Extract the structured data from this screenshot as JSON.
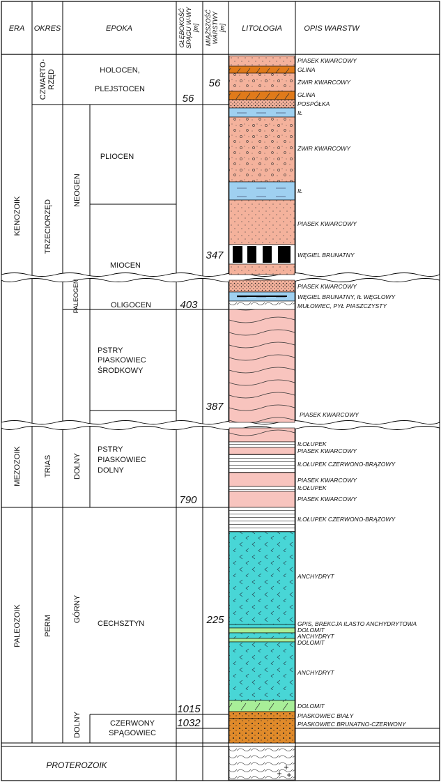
{
  "columns": {
    "era": "ERA",
    "period": "OKRES",
    "epoch": "EPOKA",
    "depth": [
      "GŁĘBOKOŚĆ",
      "SPĄGU W-WY",
      "[m]"
    ],
    "thickness": [
      "MIĄŻSZOŚĆ",
      "WARSTWY",
      "[m]"
    ],
    "lithology": "LITOLOGIA",
    "description": "OPIS WARSTW"
  },
  "eras": {
    "kenozoik": "KENOZOIK",
    "mezozoik": "MEZOZOIK",
    "paleozoik": "PALEOZOIK",
    "proterozoik": "PROTEROZOIK"
  },
  "periods": {
    "czwartorzed": [
      "CZWARTO-",
      "RZĘD"
    ],
    "trzeciorzed": "TRZECIORZĘD",
    "trias": "TRIAS",
    "perm": "PERM"
  },
  "subperiods": {
    "neogen": "NEOGEN",
    "paleogen": "PALEOGEN",
    "dolny_trias": "DOLNY",
    "gorny": "GÓRNY",
    "dolny_perm": "DOLNY"
  },
  "epochs": {
    "holocen": "HOLOCEN,",
    "plejstocen": "PLEJSTOCEN",
    "pliocen": "PLIOCEN",
    "miocen": "MIOCEN",
    "oligocen": "OLIGOCEN",
    "pstry_srodkowy": [
      "PSTRY",
      "PIASKOWIEC",
      "ŚRODKOWY"
    ],
    "pstry_dolny": [
      "PSTRY",
      "PIASKOWIEC",
      "DOLNY"
    ],
    "cechsztyn": "CECHSZTYN",
    "czerwony_spagowiec": [
      "CZERWONY",
      "SPĄGOWIEC"
    ]
  },
  "depths": [
    "56",
    "403",
    "790",
    "1015",
    "1032"
  ],
  "thicknesses": [
    "56",
    "347",
    "387",
    "225"
  ],
  "descriptions": [
    "PIASEK KWARCOWY",
    "GLINA",
    "ŻWIR KWARCOWY",
    "GLINA",
    "POSPÓŁKA",
    "IŁ",
    "ŻWIR KWARCOWY",
    "IŁ",
    "PIASEK KWARCOWY",
    "WĘGIEL BRUNATNY",
    "PIASEK KWARCOWY",
    "WĘGIEL BRUNATNY, IŁ WĘGLOWY",
    "MUŁOWIEC, PYŁ PIASZCZYSTY",
    "PIASEK KWARCOWY",
    "IŁOŁUPEK",
    "PIASEK KWARCOWY",
    "IŁOŁUPEK CZERWONO-BRĄZOWY",
    "PIASEK KWARCOWY",
    "IŁOŁUPEK",
    "PIASEK KWARCOWY",
    "IŁOŁUPEK CZERWONO-BRĄZOWY",
    "ANCHYDRYT",
    "GPIS, BREKCJA ILASTO ANCHYDRYTOWA",
    "DOLOMIT",
    "ANCHYDRYT",
    "DOLOMIT",
    "ANCHYDRYT",
    "DOLOMIT",
    "PIASKOWIEC BIAŁY",
    "PIASKOWIEC BRUNATNO-CZERWONY"
  ],
  "colors": {
    "sand": "#f4b29c",
    "clay": "#e07a1a",
    "gravel": "#f4b29c",
    "silt": "#9fd0f0",
    "shale": "#ffffff",
    "sandstone_pink": "#f8c4be",
    "anhydrite": "#48d6d6",
    "dolomite": "#a8ee98",
    "sandstone_brown": "#e08a2a"
  }
}
